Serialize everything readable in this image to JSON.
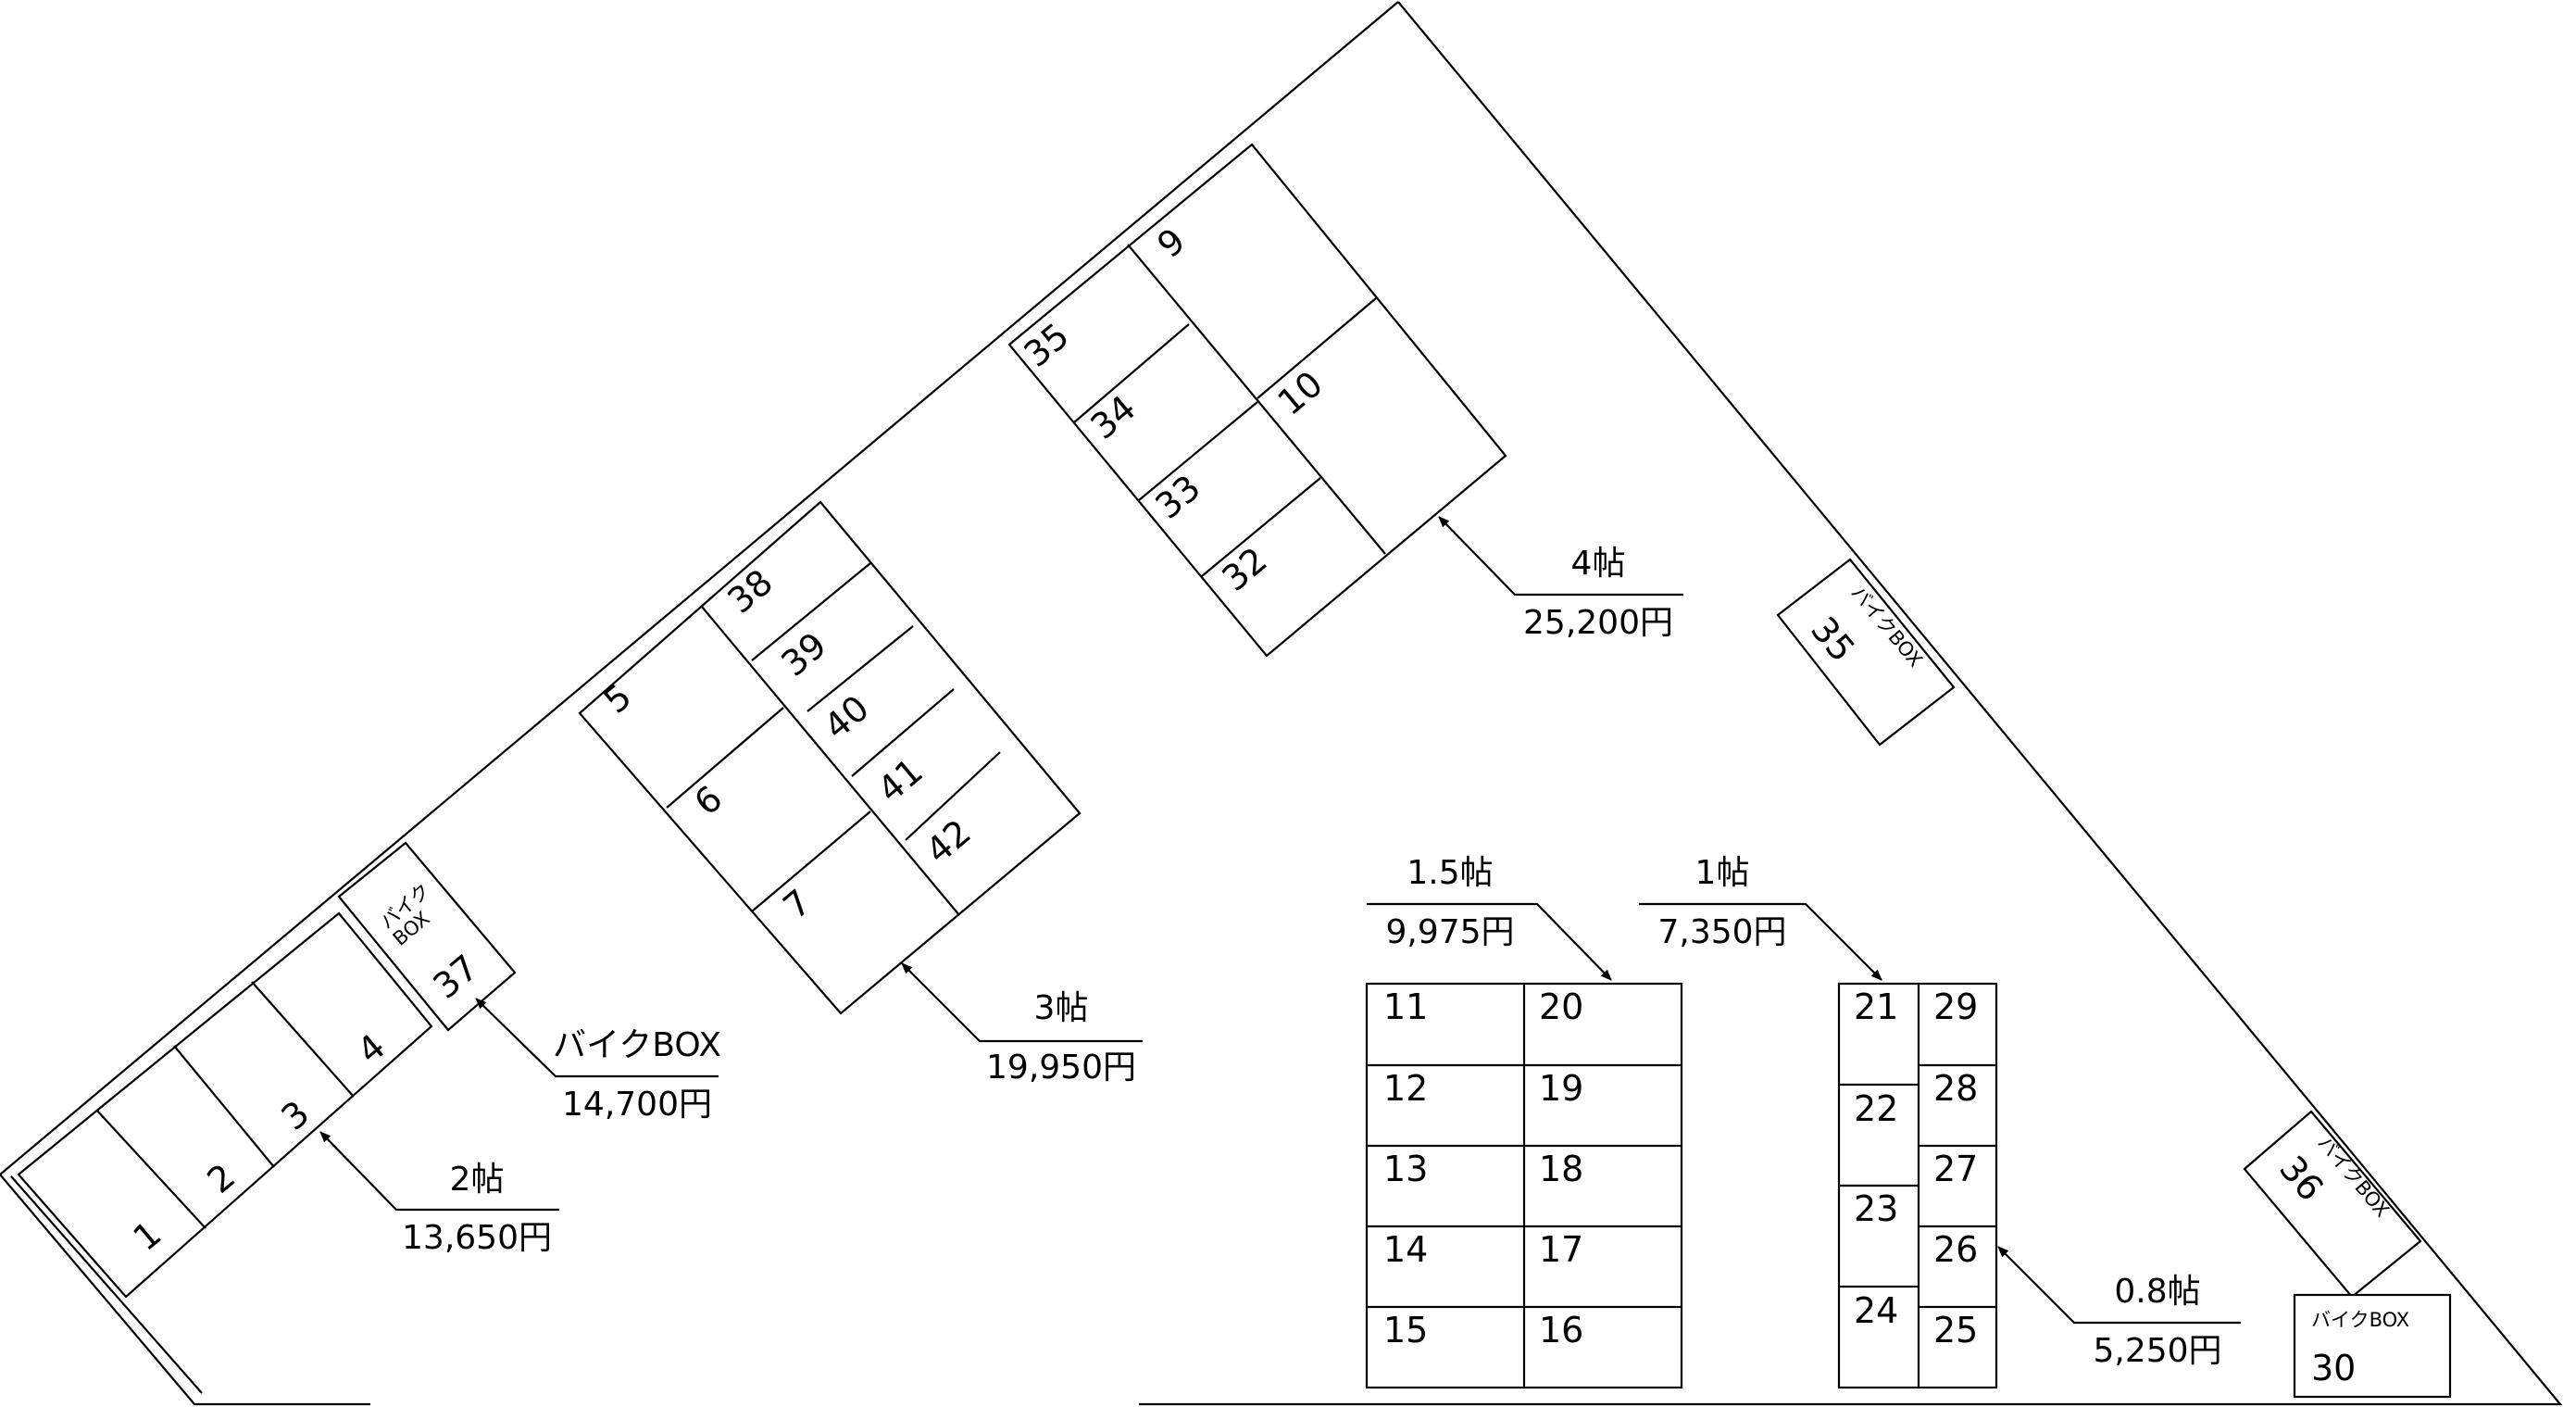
{
  "units": {
    "u1": "1",
    "u2": "2",
    "u3": "3",
    "u4": "4",
    "u5": "5",
    "u6": "6",
    "u7": "7",
    "u9": "9",
    "u10": "10",
    "u11": "11",
    "u12": "12",
    "u13": "13",
    "u14": "14",
    "u15": "15",
    "u16": "16",
    "u17": "17",
    "u18": "18",
    "u19": "19",
    "u20": "20",
    "u21": "21",
    "u22": "22",
    "u23": "23",
    "u24": "24",
    "u25": "25",
    "u26": "26",
    "u27": "27",
    "u28": "28",
    "u29": "29",
    "u30": "30",
    "u32": "32",
    "u33": "33",
    "u34": "34",
    "u35": "35",
    "u35b": "35",
    "u36": "36",
    "u37": "37",
    "u38": "38",
    "u39": "39",
    "u40": "40",
    "u41": "41",
    "u42": "42"
  },
  "bike_box": {
    "inline": "バイクBOX",
    "line1": "バイク",
    "line2": "BOX"
  },
  "prices": {
    "size_2": {
      "size": "2帖",
      "price": "13,650円"
    },
    "bike": {
      "size": "バイクBOX",
      "price": "14,700円"
    },
    "size_3": {
      "size": "3帖",
      "price": "19,950円"
    },
    "size_4": {
      "size": "4帖",
      "price": "25,200円"
    },
    "size_1_5": {
      "size": "1.5帖",
      "price": "9,975円"
    },
    "size_1": {
      "size": "1帖",
      "price": "7,350円"
    },
    "size_0_8": {
      "size": "0.8帖",
      "price": "5,250円"
    }
  }
}
